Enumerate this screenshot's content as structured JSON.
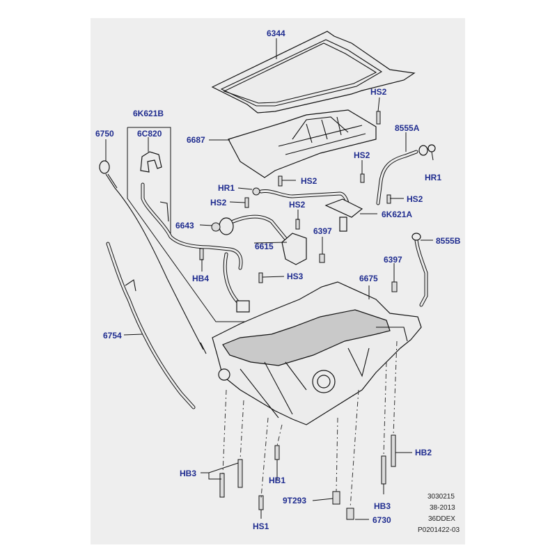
{
  "callouts": {
    "c6344": "6344",
    "cHS2_top": "HS2",
    "c6K621B": "6K621B",
    "c6C820": "6C820",
    "c6750": "6750",
    "c6687": "6687",
    "c8555A": "8555A",
    "cHS2_mid": "HS2",
    "cHR1_right": "HR1",
    "cHR1_left": "HR1",
    "cHS2_b": "HS2",
    "cHS2_c": "HS2",
    "cHS2_d": "HS2",
    "cHS2_right": "HS2",
    "c6K621A": "6K621A",
    "c6643": "6643",
    "c6397_a": "6397",
    "c8555B": "8555B",
    "c6615": "6615",
    "c6397_b": "6397",
    "cHB4": "HB4",
    "cHS3": "HS3",
    "c6675": "6675",
    "c6754": "6754",
    "cHB2": "HB2",
    "cHB3_left": "HB3",
    "cHB1": "HB1",
    "c9T293": "9T293",
    "cHB3_right": "HB3",
    "c6730": "6730",
    "cHS1": "HS1"
  },
  "reference": {
    "line1": "3030215",
    "line2": "38-2013",
    "line3": "36DDEX",
    "line4": "P0201422-03"
  }
}
